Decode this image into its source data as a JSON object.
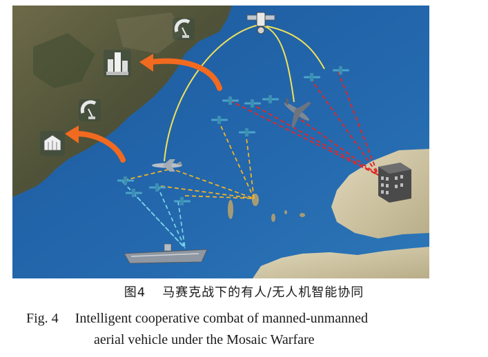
{
  "figure": {
    "label_cn": "图4",
    "title_cn": "马赛克战下的有人/无人机智能协同",
    "label_en": "Fig. 4",
    "title_en_line1": "Intelligent cooperative combat of manned-unmanned",
    "title_en_line2": "aerial vehicle under the Mosaic Warfare"
  },
  "colors": {
    "sea": "#1f5fa6",
    "sea_light": "#3d86c4",
    "land_dark": "#5d5a3e",
    "desert": "#cfc6a6",
    "satellite_link": "#f2e25a",
    "manned_link": "#f0b428",
    "ship_link": "#78d2ea",
    "strike_link": "#e02828",
    "arrow": "#f26a1f"
  },
  "icons": [
    "satellite-icon",
    "radar-dish-icon",
    "city-building-icon",
    "hangar-icon",
    "bomber-aircraft-icon",
    "fighter-jet-icon",
    "uav-drone-icon",
    "aircraft-carrier-icon",
    "enemy-building-icon"
  ]
}
